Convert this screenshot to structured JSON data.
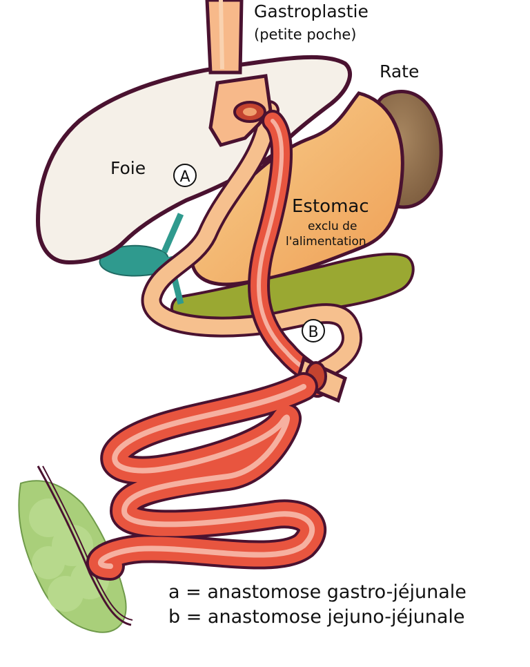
{
  "labels": {
    "gastroplastie": "Gastroplastie",
    "petite_poche": "(petite poche)",
    "rate": "Rate",
    "foie": "Foie",
    "marker_a": "A",
    "estomac": "Estomac",
    "exclu_de": "exclu de",
    "alimentation": "l'alimentation",
    "marker_b": "B"
  },
  "legend": {
    "line_a": "a = anastomose gastro-jéjunale",
    "line_b": "b = anastomose jejuno-jéjunale"
  },
  "colors": {
    "outline": "#4a1230",
    "liver": "#f5f0e8",
    "spleen": "#8b6a4a",
    "stomach": "#f3b56a",
    "pancreas": "#9aa832",
    "gallbladder": "#2f9a8e",
    "esophagus": "#f7b98a",
    "jejunum": "#e8553f",
    "duodenum": "#f6c08e",
    "fat": "#a9cf7a"
  }
}
